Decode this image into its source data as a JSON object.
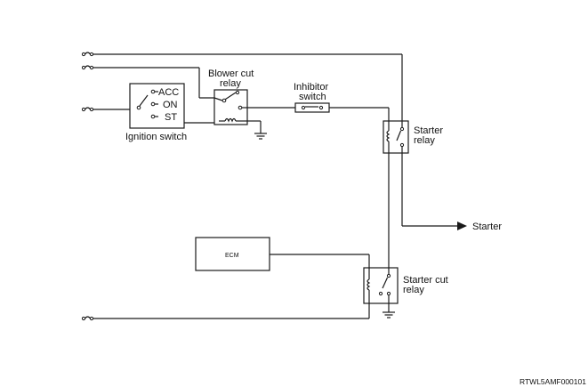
{
  "labels": {
    "ignition_switch": "Ignition switch",
    "acc": "ACC",
    "on": "ON",
    "st": "ST",
    "blower_cut_relay": [
      "Blower cut",
      "relay"
    ],
    "inhibitor_switch": [
      "Inhibitor",
      "switch"
    ],
    "starter_relay": [
      "Starter",
      "relay"
    ],
    "starter": "Starter",
    "ecm": "ECM",
    "starter_cut_relay": [
      "Starter cut",
      "relay"
    ],
    "figure_id": "RTWL5AMF000101"
  },
  "colors": {
    "line": "#1a1a1a",
    "background": "#ffffff"
  }
}
